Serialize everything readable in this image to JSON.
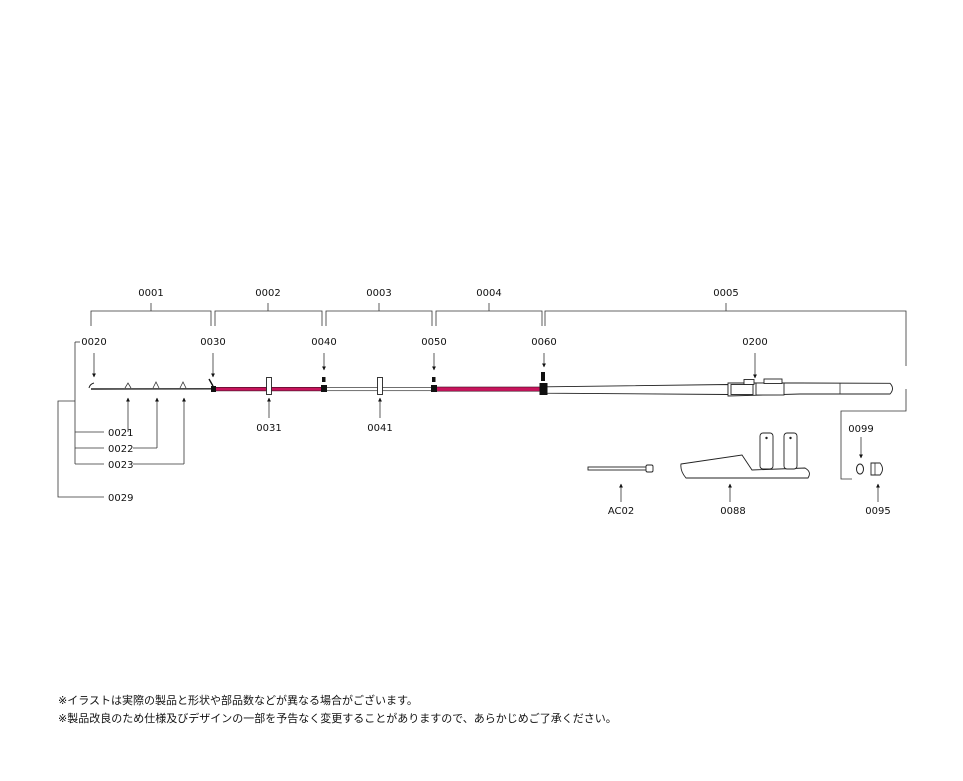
{
  "section_labels": [
    "0001",
    "0002",
    "0003",
    "0004",
    "0005"
  ],
  "joint_labels": [
    "0020",
    "0030",
    "0040",
    "0050",
    "0060",
    "0200"
  ],
  "guide_labels": [
    "0031",
    "0041"
  ],
  "tip_guide_labels": [
    "0021",
    "0022",
    "0023",
    "0029"
  ],
  "accessory_labels": [
    "AC02",
    "0088",
    "0099",
    "0095"
  ],
  "notes": [
    "※イラストは実際の製品と形状や部品数などが異なる場合がございます。",
    "※製品改良のため仕様及びデザインの一部を予告なく変更することがありますので、あらかじめご了承ください。"
  ],
  "colors": {
    "accent_section": "#c8145c",
    "line": "#333333"
  }
}
